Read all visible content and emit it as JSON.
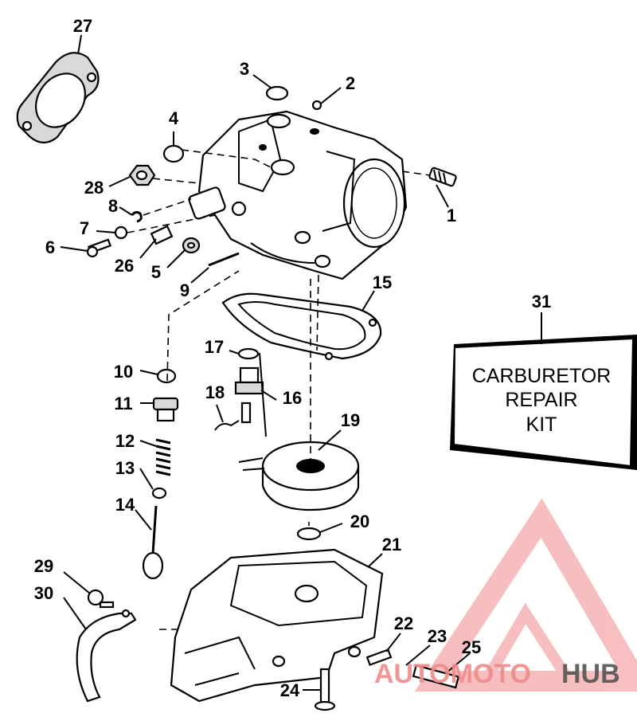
{
  "callouts": [
    {
      "id": "c1",
      "label": "1"
    },
    {
      "id": "c2",
      "label": "2"
    },
    {
      "id": "c3",
      "label": "3"
    },
    {
      "id": "c4",
      "label": "4"
    },
    {
      "id": "c5",
      "label": "5"
    },
    {
      "id": "c6",
      "label": "6"
    },
    {
      "id": "c7",
      "label": "7"
    },
    {
      "id": "c8",
      "label": "8"
    },
    {
      "id": "c9",
      "label": "9"
    },
    {
      "id": "c10",
      "label": "10"
    },
    {
      "id": "c11",
      "label": "11"
    },
    {
      "id": "c12",
      "label": "12"
    },
    {
      "id": "c13",
      "label": "13"
    },
    {
      "id": "c14",
      "label": "14"
    },
    {
      "id": "c15",
      "label": "15"
    },
    {
      "id": "c16",
      "label": "16"
    },
    {
      "id": "c17",
      "label": "17"
    },
    {
      "id": "c18",
      "label": "18"
    },
    {
      "id": "c19",
      "label": "19"
    },
    {
      "id": "c20",
      "label": "20"
    },
    {
      "id": "c21",
      "label": "21"
    },
    {
      "id": "c22",
      "label": "22"
    },
    {
      "id": "c23",
      "label": "23"
    },
    {
      "id": "c24",
      "label": "24"
    },
    {
      "id": "c25",
      "label": "25"
    },
    {
      "id": "c26",
      "label": "26"
    },
    {
      "id": "c27",
      "label": "27"
    },
    {
      "id": "c28",
      "label": "28"
    },
    {
      "id": "c29",
      "label": "29"
    },
    {
      "id": "c30",
      "label": "30"
    },
    {
      "id": "c31",
      "label": "31"
    }
  ],
  "kit_box": {
    "line1": "CARBURETOR",
    "line2": "REPAIR",
    "line3": "KIT"
  },
  "watermark": {
    "part1": "AUTOMOTO",
    "part2": "HUB",
    "color_main": "#f08a8a",
    "color_dark": "#555555"
  }
}
